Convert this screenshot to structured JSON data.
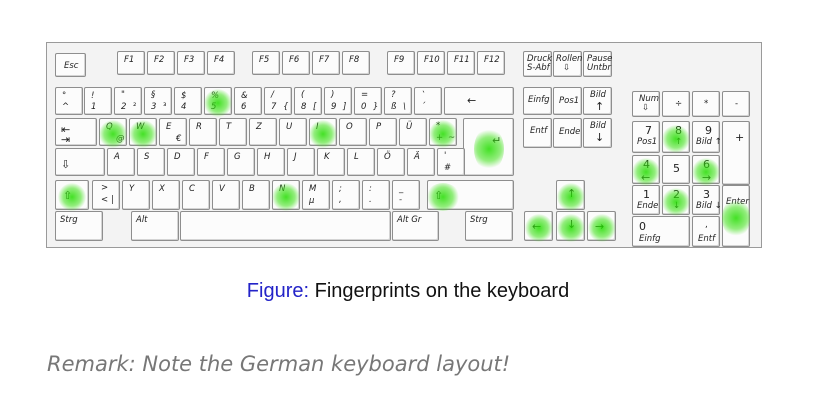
{
  "caption": {
    "prefix": "Figure:",
    "text": "Fingerprints on the keyboard"
  },
  "remark": "Remark: Note the German keyboard layout!",
  "keyboard": {
    "layout": "German (QWERTZ)",
    "print_color": "#33dd11",
    "keys": [
      {
        "id": "esc",
        "legends": [
          "Esc"
        ]
      },
      {
        "id": "f1",
        "legends": [
          "F1"
        ]
      },
      {
        "id": "f2",
        "legends": [
          "F2"
        ]
      },
      {
        "id": "f3",
        "legends": [
          "F3"
        ]
      },
      {
        "id": "f4",
        "legends": [
          "F4"
        ]
      },
      {
        "id": "f5",
        "legends": [
          "F5"
        ]
      },
      {
        "id": "f6",
        "legends": [
          "F6"
        ]
      },
      {
        "id": "f7",
        "legends": [
          "F7"
        ]
      },
      {
        "id": "f8",
        "legends": [
          "F8"
        ]
      },
      {
        "id": "f9",
        "legends": [
          "F9"
        ]
      },
      {
        "id": "f10",
        "legends": [
          "F10"
        ]
      },
      {
        "id": "f11",
        "legends": [
          "F11"
        ]
      },
      {
        "id": "f12",
        "legends": [
          "F12"
        ]
      },
      {
        "id": "druck",
        "legends": [
          "Druck",
          "S-Abf"
        ]
      },
      {
        "id": "rollen",
        "legends": [
          "Rollen",
          "⇩"
        ]
      },
      {
        "id": "pause",
        "legends": [
          "Pause",
          "Untbr"
        ]
      },
      {
        "id": "circ",
        "legends": [
          "°",
          "^"
        ]
      },
      {
        "id": "d1",
        "legends": [
          "!",
          "1"
        ]
      },
      {
        "id": "d2",
        "legends": [
          "\"",
          "2",
          "²"
        ]
      },
      {
        "id": "d3",
        "legends": [
          "§",
          "3",
          "³"
        ]
      },
      {
        "id": "d4",
        "legends": [
          "$",
          "4"
        ]
      },
      {
        "id": "d5",
        "legends": [
          "%",
          "5"
        ]
      },
      {
        "id": "d6",
        "legends": [
          "&",
          "6"
        ]
      },
      {
        "id": "d7",
        "legends": [
          "/",
          "7",
          "{"
        ]
      },
      {
        "id": "d8",
        "legends": [
          "(",
          "8",
          "["
        ]
      },
      {
        "id": "d9",
        "legends": [
          ")",
          "9",
          "]"
        ]
      },
      {
        "id": "d0",
        "legends": [
          "=",
          "0",
          "}"
        ]
      },
      {
        "id": "ss",
        "legends": [
          "?",
          "ß",
          "\\"
        ]
      },
      {
        "id": "acute",
        "legends": [
          "`",
          "´"
        ]
      },
      {
        "id": "backspace",
        "legends": [
          "←"
        ]
      },
      {
        "id": "einfg",
        "legends": [
          "Einfg"
        ]
      },
      {
        "id": "pos1",
        "legends": [
          "Pos1"
        ]
      },
      {
        "id": "bildup",
        "legends": [
          "Bild",
          "↑"
        ]
      },
      {
        "id": "num",
        "legends": [
          "Num",
          "⇩"
        ]
      },
      {
        "id": "npdiv",
        "legends": [
          "÷"
        ]
      },
      {
        "id": "npmul",
        "legends": [
          "*"
        ]
      },
      {
        "id": "npsub",
        "legends": [
          "-"
        ]
      },
      {
        "id": "tab",
        "legends": [
          "⇤",
          "⇥"
        ]
      },
      {
        "id": "q",
        "legends": [
          "Q",
          "@"
        ]
      },
      {
        "id": "w",
        "legends": [
          "W"
        ]
      },
      {
        "id": "e",
        "legends": [
          "E",
          "€"
        ]
      },
      {
        "id": "r",
        "legends": [
          "R"
        ]
      },
      {
        "id": "t",
        "legends": [
          "T"
        ]
      },
      {
        "id": "z",
        "legends": [
          "Z"
        ]
      },
      {
        "id": "u",
        "legends": [
          "U"
        ]
      },
      {
        "id": "i",
        "legends": [
          "I"
        ]
      },
      {
        "id": "o",
        "legends": [
          "O"
        ]
      },
      {
        "id": "p",
        "legends": [
          "P"
        ]
      },
      {
        "id": "ue",
        "legends": [
          "Ü"
        ]
      },
      {
        "id": "plus",
        "legends": [
          "*",
          "+",
          "~"
        ]
      },
      {
        "id": "enter",
        "legends": [
          "↵"
        ]
      },
      {
        "id": "entf",
        "legends": [
          "Entf"
        ]
      },
      {
        "id": "ende",
        "legends": [
          "Ende"
        ]
      },
      {
        "id": "bilddown",
        "legends": [
          "Bild",
          "↓"
        ]
      },
      {
        "id": "np7",
        "legends": [
          "7",
          "Pos1"
        ]
      },
      {
        "id": "np8",
        "legends": [
          "8",
          "↑"
        ]
      },
      {
        "id": "np9",
        "legends": [
          "9",
          "Bild ↑"
        ]
      },
      {
        "id": "npadd",
        "legends": [
          "+"
        ]
      },
      {
        "id": "caps",
        "legends": [
          "⇩"
        ]
      },
      {
        "id": "a",
        "legends": [
          "A"
        ]
      },
      {
        "id": "s",
        "legends": [
          "S"
        ]
      },
      {
        "id": "d",
        "legends": [
          "D"
        ]
      },
      {
        "id": "f",
        "legends": [
          "F"
        ]
      },
      {
        "id": "g",
        "legends": [
          "G"
        ]
      },
      {
        "id": "h",
        "legends": [
          "H"
        ]
      },
      {
        "id": "j",
        "legends": [
          "J"
        ]
      },
      {
        "id": "k",
        "legends": [
          "K"
        ]
      },
      {
        "id": "l",
        "legends": [
          "L"
        ]
      },
      {
        "id": "oe",
        "legends": [
          "Ö"
        ]
      },
      {
        "id": "ae",
        "legends": [
          "Ä"
        ]
      },
      {
        "id": "hash",
        "legends": [
          "'",
          "#"
        ]
      },
      {
        "id": "np4",
        "legends": [
          "4",
          "←"
        ]
      },
      {
        "id": "np5",
        "legends": [
          "5"
        ]
      },
      {
        "id": "np6",
        "legends": [
          "6",
          "→"
        ]
      },
      {
        "id": "lshift",
        "legends": [
          "⇧"
        ]
      },
      {
        "id": "lt",
        "legends": [
          ">",
          "<",
          "|"
        ]
      },
      {
        "id": "y",
        "legends": [
          "Y"
        ]
      },
      {
        "id": "x",
        "legends": [
          "X"
        ]
      },
      {
        "id": "c",
        "legends": [
          "C"
        ]
      },
      {
        "id": "v",
        "legends": [
          "V"
        ]
      },
      {
        "id": "b",
        "legends": [
          "B"
        ]
      },
      {
        "id": "n",
        "legends": [
          "N"
        ]
      },
      {
        "id": "m",
        "legends": [
          "M",
          "µ"
        ]
      },
      {
        "id": "comma",
        "legends": [
          ";",
          ","
        ]
      },
      {
        "id": "period",
        "legends": [
          ":",
          "."
        ]
      },
      {
        "id": "minus",
        "legends": [
          "_",
          "-"
        ]
      },
      {
        "id": "rshift",
        "legends": [
          "⇧"
        ]
      },
      {
        "id": "up",
        "legends": [
          "↑"
        ]
      },
      {
        "id": "np1",
        "legends": [
          "1",
          "Ende"
        ]
      },
      {
        "id": "np2",
        "legends": [
          "2",
          "↓"
        ]
      },
      {
        "id": "np3",
        "legends": [
          "3",
          "Bild ↓"
        ]
      },
      {
        "id": "npenter",
        "legends": [
          "Enter"
        ]
      },
      {
        "id": "lctrl",
        "legends": [
          "Strg"
        ]
      },
      {
        "id": "lalt",
        "legends": [
          "Alt"
        ]
      },
      {
        "id": "space",
        "legends": []
      },
      {
        "id": "altgr",
        "legends": [
          "Alt Gr"
        ]
      },
      {
        "id": "rctrl",
        "legends": [
          "Strg"
        ]
      },
      {
        "id": "left",
        "legends": [
          "←"
        ]
      },
      {
        "id": "down",
        "legends": [
          "↓"
        ]
      },
      {
        "id": "right",
        "legends": [
          "→"
        ]
      },
      {
        "id": "np0",
        "legends": [
          "0",
          "Einfg"
        ]
      },
      {
        "id": "npdel",
        "legends": [
          ",",
          "Entf"
        ]
      }
    ],
    "fingerprints_on": [
      "d5",
      "q",
      "w",
      "i",
      "plus",
      "enter",
      "lshift",
      "n",
      "rshift",
      "np8",
      "np4",
      "np6",
      "np2",
      "npenter",
      "up",
      "left",
      "down",
      "right"
    ]
  }
}
